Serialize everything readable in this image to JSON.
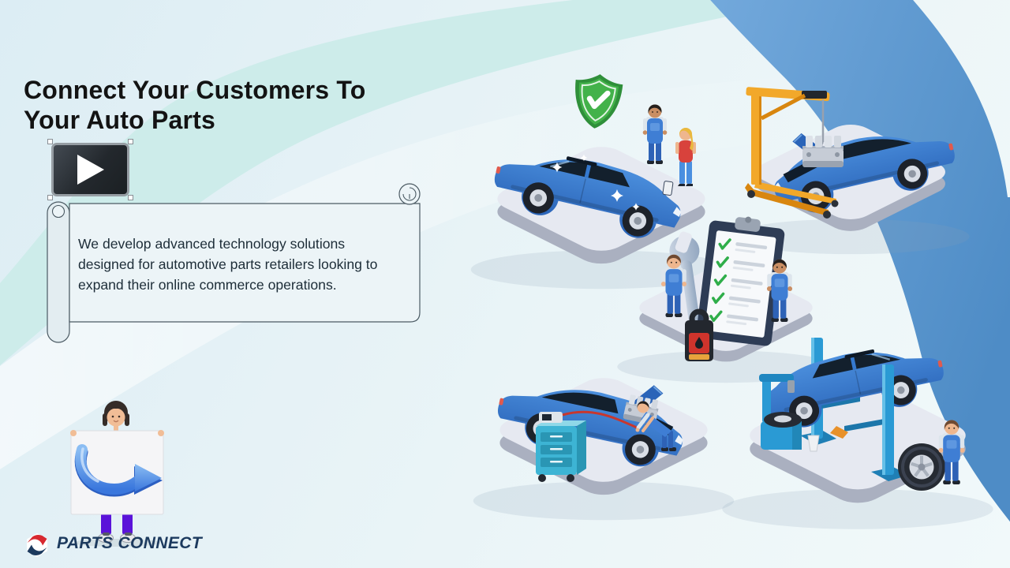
{
  "slide": {
    "title_lines": [
      "Connect Your Customers To",
      "Your Auto Parts"
    ],
    "description": "We develop advanced technology solutions designed for automotive parts retailers looking to expand their online commerce operations.",
    "brand_name": "PARTS CONNECT"
  },
  "icons": {
    "play": "▶",
    "check": "✓",
    "arrow_right": "➜"
  },
  "illustration_scenes": [
    "car-quality-check-with-shield",
    "engine-hoist-repair",
    "service-checklist-with-wrench-and-oil-can",
    "engine-diagnostics-with-cart",
    "car-lift-tire-service"
  ],
  "colors": {
    "background_top": "#dcedf4",
    "background_bottom": "#f1f9fa",
    "accent_teal": "#cdecea",
    "ribbon_blue": "#5f9bd2",
    "platform_top": "#e6e9f1",
    "platform_side": "#aab0c0",
    "car_blue": "#3579cf",
    "shield_green": "#43b24a",
    "check_green": "#2fae4a",
    "hoist_yellow": "#f2a82a",
    "cart_teal": "#3db4d4",
    "lift_blue": "#2a9ad4",
    "skin": "#eeb68e",
    "overalls_blue": "#3f7ed4",
    "logo_red": "#d7282f",
    "logo_navy": "#1c3a5e",
    "arrow_blue": "#3a77dd",
    "pants_purple": "#5a13d9",
    "title_text": "#131313",
    "body_text": "#1d2d38"
  }
}
